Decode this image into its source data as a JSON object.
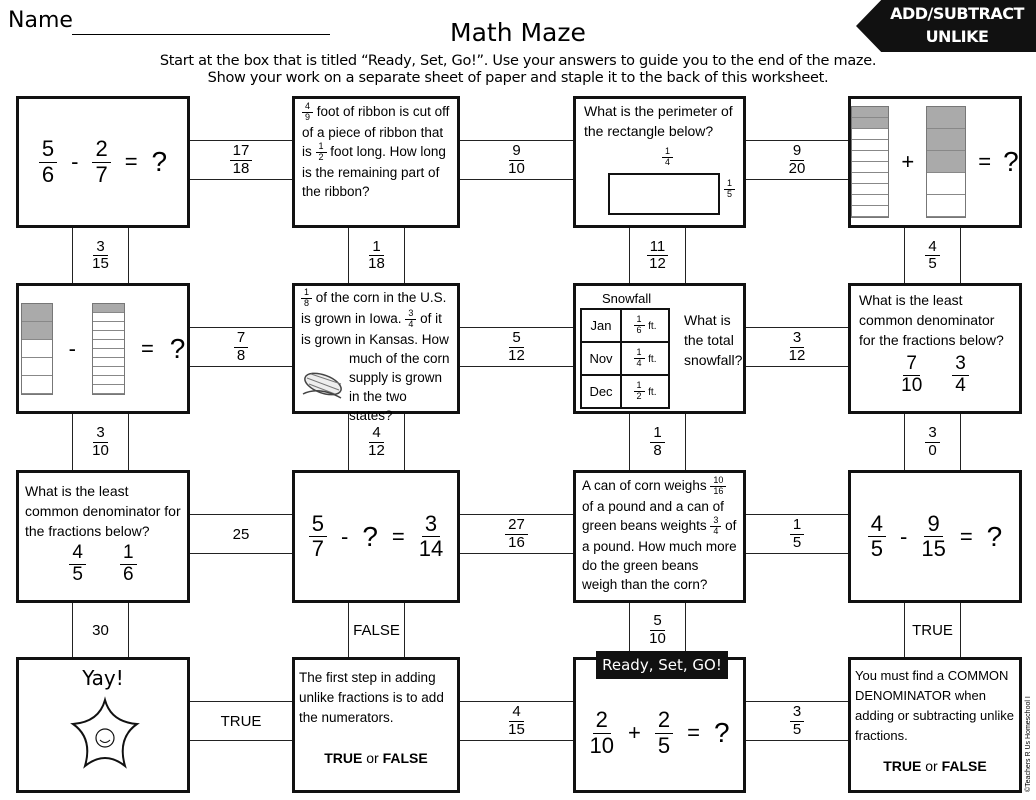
{
  "header": {
    "name_label": "Name",
    "title": "Math Maze",
    "badge_line1": "ADD/SUBTRACT",
    "badge_line2": "UNLIKE FRACTIONS",
    "instructions_line1": "Start at the box that is titled “Ready, Set, Go!”.  Use your answers to guide you to the end of the maze.",
    "instructions_line2": "Show your work on a separate sheet of paper and staple it to the back of this worksheet."
  },
  "boxes": {
    "b1": {
      "a": {
        "num": "5",
        "den": "6"
      },
      "op": "-",
      "b": {
        "num": "2",
        "den": "7"
      },
      "eq": "=",
      "q": "?"
    },
    "b2": {
      "f1": {
        "num": "4",
        "den": "9"
      },
      "t1": "foot of ribbon is cut off of a piece of ribbon that is",
      "f2": {
        "num": "1",
        "den": "2"
      },
      "t2": "foot long. How long is the remaining part of the ribbon?"
    },
    "b3": {
      "text": "What is the perimeter of the rectangle below?",
      "top": {
        "num": "1",
        "den": "4"
      },
      "side": {
        "num": "1",
        "den": "5"
      }
    },
    "b4": {
      "bar1": {
        "cells": 10,
        "shaded": 2
      },
      "op": "+",
      "bar2": {
        "cells": 5,
        "shaded": 3
      },
      "eq": "=",
      "q": "?"
    },
    "b5": {
      "bar1": {
        "cells": 5,
        "shaded": 2
      },
      "op": "-",
      "bar2": {
        "cells": 10,
        "shaded": 1
      },
      "eq": "=",
      "q": "?"
    },
    "b6": {
      "f1": {
        "num": "1",
        "den": "8"
      },
      "t1": "of the corn in the U.S. is grown in Iowa.",
      "f2": {
        "num": "3",
        "den": "4"
      },
      "t2": "of it is grown in Kansas. How much of the corn supply is grown in the two states?"
    },
    "b7": {
      "title": "Snowfall",
      "rows": [
        {
          "month": "Jan",
          "num": "1",
          "den": "6",
          "unit": "ft."
        },
        {
          "month": "Nov",
          "num": "1",
          "den": "4",
          "unit": "ft."
        },
        {
          "month": "Dec",
          "num": "1",
          "den": "2",
          "unit": "ft."
        }
      ],
      "question": "What is the total snowfall?"
    },
    "b8": {
      "text": "What is the least common denominator for the fractions below?",
      "a": {
        "num": "7",
        "den": "10"
      },
      "b": {
        "num": "3",
        "den": "4"
      }
    },
    "b9": {
      "text": "What is the least common denominator for the fractions below?",
      "a": {
        "num": "4",
        "den": "5"
      },
      "b": {
        "num": "1",
        "den": "6"
      }
    },
    "b10": {
      "a": {
        "num": "5",
        "den": "7"
      },
      "op": "-",
      "q": "?",
      "eq": "=",
      "b": {
        "num": "3",
        "den": "14"
      }
    },
    "b11": {
      "t1": "A can of corn weighs",
      "f1": {
        "num": "10",
        "den": "16"
      },
      "t2": "of a pound and a can of green beans weights",
      "f2": {
        "num": "3",
        "den": "4"
      },
      "t3": "of a pound. How much more do the green beans weigh than the corn?"
    },
    "b12": {
      "a": {
        "num": "4",
        "den": "5"
      },
      "op": "-",
      "b": {
        "num": "9",
        "den": "15"
      },
      "eq": "=",
      "q": "?"
    },
    "b13": {
      "text": "Yay!"
    },
    "b14": {
      "text": "The first step in adding unlike fractions is to add the numerators.",
      "true": "TRUE",
      "or": "or",
      "false": "FALSE"
    },
    "b15": {
      "tag": "Ready, Set, GO!",
      "a": {
        "num": "2",
        "den": "10"
      },
      "op": "+",
      "b": {
        "num": "2",
        "den": "5"
      },
      "eq": "=",
      "q": "?"
    },
    "b16": {
      "text": "You must find a COMMON DENOMINATOR when adding or subtracting unlike fractions.",
      "true": "TRUE",
      "or": "or",
      "false": "FALSE"
    }
  },
  "connectors": {
    "h": [
      [
        {
          "num": "17",
          "den": "18"
        },
        {
          "num": "9",
          "den": "10"
        },
        {
          "num": "9",
          "den": "20"
        }
      ],
      [
        {
          "num": "7",
          "den": "8"
        },
        {
          "num": "5",
          "den": "12"
        },
        {
          "num": "3",
          "den": "12"
        }
      ],
      [
        {
          "text": "25"
        },
        {
          "num": "27",
          "den": "16"
        },
        {
          "num": "1",
          "den": "5"
        }
      ],
      [
        {
          "text": "TRUE"
        },
        {
          "num": "4",
          "den": "15"
        },
        {
          "num": "3",
          "den": "5"
        }
      ]
    ],
    "v": [
      [
        {
          "num": "3",
          "den": "15"
        },
        {
          "num": "1",
          "den": "18"
        },
        {
          "num": "11",
          "den": "12"
        },
        {
          "num": "4",
          "den": "5"
        }
      ],
      [
        {
          "num": "3",
          "den": "10"
        },
        {
          "num": "4",
          "den": "12"
        },
        {
          "num": "1",
          "den": "8"
        },
        {
          "num": "3",
          "den": "0"
        }
      ],
      [
        {
          "text": "30"
        },
        {
          "text": "FALSE"
        },
        {
          "num": "5",
          "den": "10"
        },
        {
          "text": "TRUE"
        }
      ]
    ]
  },
  "footer": {
    "copyright": "©Teachers R Us  Homeschool I"
  }
}
